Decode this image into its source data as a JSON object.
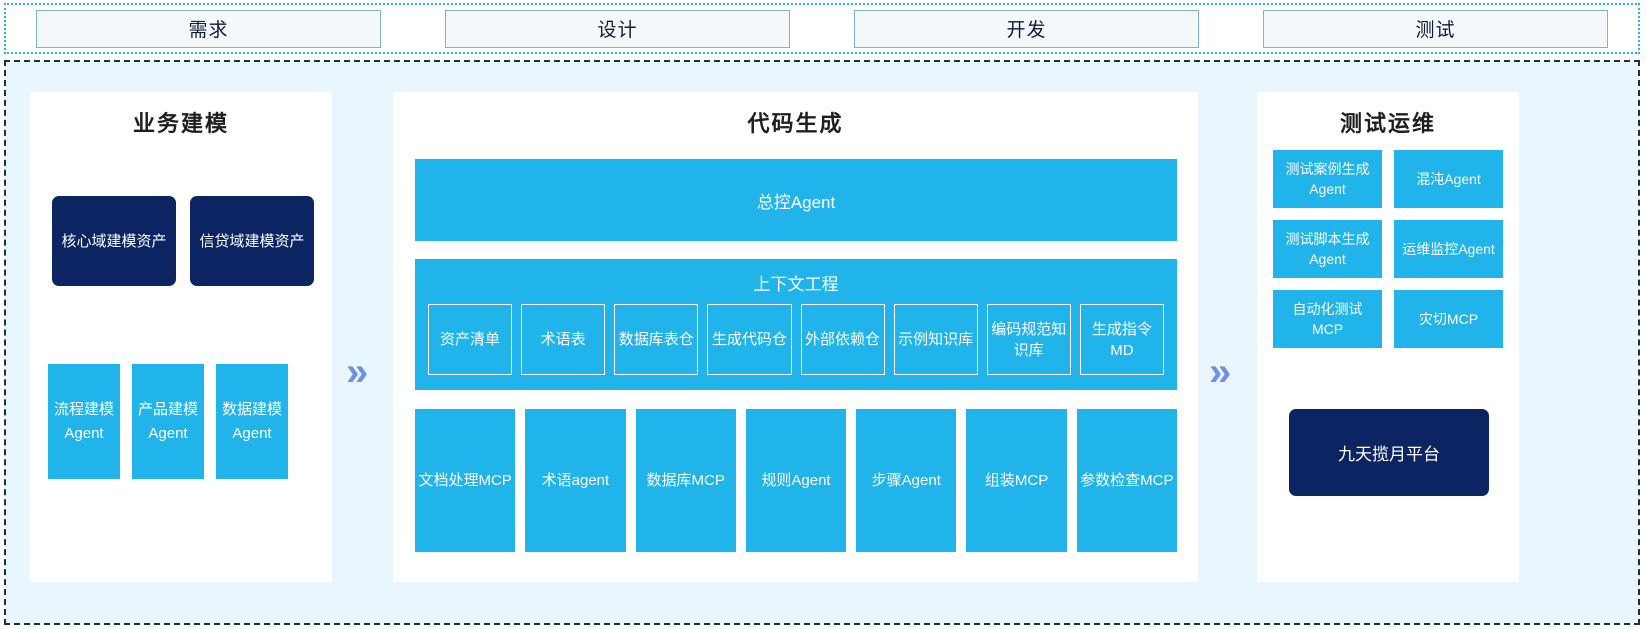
{
  "phases": {
    "items": [
      {
        "label": "需求"
      },
      {
        "label": "设计"
      },
      {
        "label": "开发"
      },
      {
        "label": "测试"
      }
    ]
  },
  "colors": {
    "accent_cyan": "#21b4ea",
    "dark_navy": "#0d2463",
    "background": "#e9f6fe",
    "chevron": "#6f8fe8",
    "phase_border": "#7fb4cf",
    "strip_border": "#25b5e8",
    "main_border": "#1c2f4a"
  },
  "left_panel": {
    "title": "业务建模",
    "assets": [
      {
        "label": "核心域建模资产"
      },
      {
        "label": "信贷域建模资产"
      }
    ],
    "agents": [
      {
        "label": "流程建模Agent"
      },
      {
        "label": "产品建模Agent"
      },
      {
        "label": "数据建模Agent"
      }
    ]
  },
  "center_panel": {
    "title": "代码生成",
    "master_agent": "总控Agent",
    "context": {
      "title": "上下文工程",
      "items": [
        {
          "label": "资产清单"
        },
        {
          "label": "术语表"
        },
        {
          "label": "数据库表仓"
        },
        {
          "label": "生成代码仓"
        },
        {
          "label": "外部依赖仓"
        },
        {
          "label": "示例知识库"
        },
        {
          "label": "编码规范知识库"
        },
        {
          "label": "生成指令MD"
        }
      ]
    },
    "mcps": [
      {
        "label": "文档处理MCP"
      },
      {
        "label": "术语agent"
      },
      {
        "label": "数据库MCP"
      },
      {
        "label": "规则Agent"
      },
      {
        "label": "步骤Agent"
      },
      {
        "label": "组装MCP"
      },
      {
        "label": "参数检查MCP"
      }
    ]
  },
  "right_panel": {
    "title": "测试运维",
    "items": [
      {
        "label": "测试案例生成Agent"
      },
      {
        "label": "混沌Agent"
      },
      {
        "label": "测试脚本生成Agent"
      },
      {
        "label": "运维监控Agent"
      },
      {
        "label": "自动化测试MCP"
      },
      {
        "label": "灾切MCP"
      }
    ],
    "platform": "九天揽月平台"
  },
  "flow": {
    "chevron_glyph": "»"
  }
}
